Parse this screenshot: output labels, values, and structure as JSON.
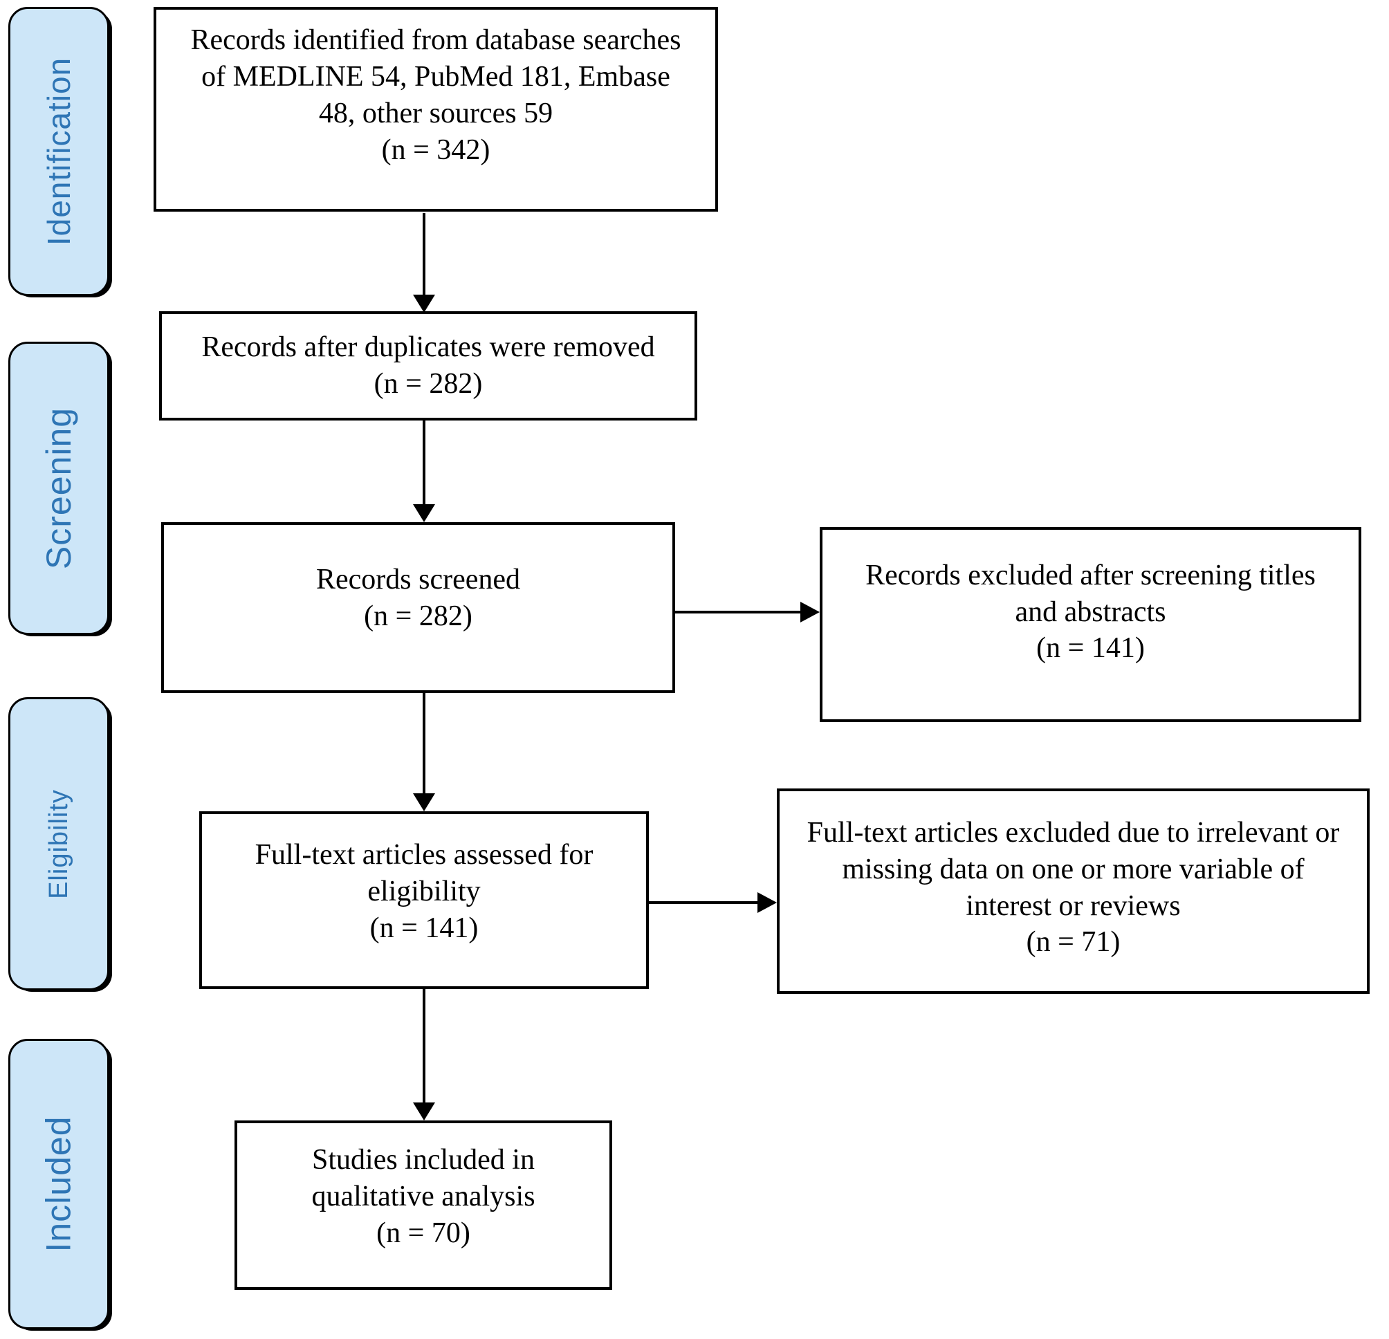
{
  "stages": [
    {
      "label": "Identification"
    },
    {
      "label": "Screening"
    },
    {
      "label": "Eligibility"
    },
    {
      "label": "Included"
    }
  ],
  "boxes": {
    "records_identified": {
      "text": "Records identified from database searches\nof MEDLINE 54, PubMed 181, Embase\n48, other sources 59\n(n = 342)"
    },
    "duplicates_removed": {
      "text": "Records after duplicates were removed\n(n = 282)"
    },
    "records_screened": {
      "text": "Records screened\n(n = 282)"
    },
    "records_excluded": {
      "text": "Records excluded after screening titles\nand abstracts\n(n = 141)"
    },
    "fulltext_assessed": {
      "text": "Full-text articles assessed for\neligibility\n(n = 141)"
    },
    "fulltext_excluded": {
      "text": "Full-text articles excluded due to irrelevant or\nmissing data on one or more variable of\ninterest or reviews\n(n = 71)"
    },
    "studies_included": {
      "text": "Studies included in\nqualitative analysis\n(n = 70)"
    }
  },
  "colors": {
    "stage_fill": "#cde6f8",
    "stage_text": "#2e75b5",
    "box_border": "#000000",
    "box_text": "#000000",
    "background": "#ffffff"
  }
}
